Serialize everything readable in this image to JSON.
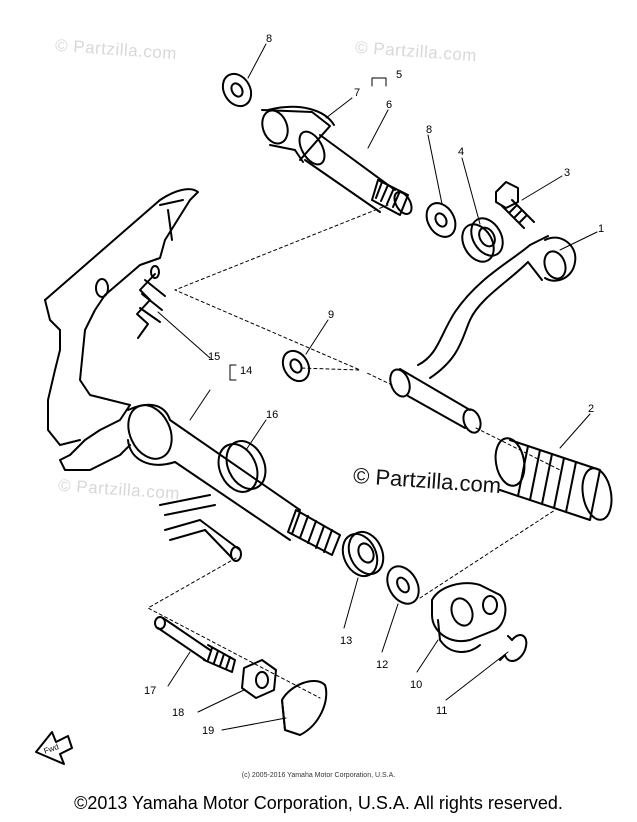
{
  "watermarks": {
    "top_left": "© Partzilla.com",
    "top_right": "© Partzilla.com",
    "mid_left": "© Partzilla.com",
    "main": "© Partzilla.com"
  },
  "callouts": {
    "c1": "1",
    "c2": "2",
    "c3": "3",
    "c4": "4",
    "c5": "5",
    "c6": "6",
    "c7": "7",
    "c8a": "8",
    "c8b": "8",
    "c9": "9",
    "c10": "10",
    "c11": "11",
    "c12": "12",
    "c13": "13",
    "c14": "14",
    "c15": "15",
    "c16": "16",
    "c17": "17",
    "c18": "18",
    "c19": "19"
  },
  "fwd_label": "Fwd",
  "small_credit": "(c) 2005-2016 Yamaha Motor Corporation, U.S.A.",
  "copyright": "©2013 Yamaha Motor Corporation, U.S.A. All rights reserved."
}
